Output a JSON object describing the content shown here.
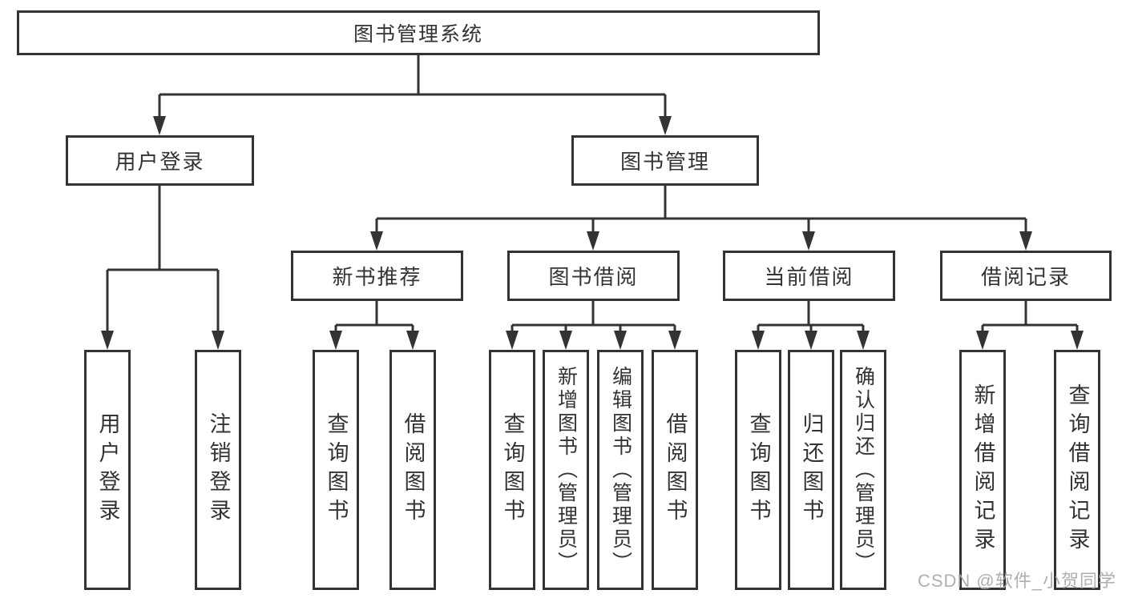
{
  "diagram_type": "hierarchy-tree",
  "tree": {
    "label": "图书管理系统",
    "children": [
      {
        "label": "用户登录",
        "children": [
          {
            "label": "用户登录"
          },
          {
            "label": "注销登录"
          }
        ]
      },
      {
        "label": "图书管理",
        "children": [
          {
            "label": "新书推荐",
            "children": [
              {
                "label": "查询图书"
              },
              {
                "label": "借阅图书"
              }
            ]
          },
          {
            "label": "图书借阅",
            "children": [
              {
                "label": "查询图书"
              },
              {
                "label": "新增图书（管理员）"
              },
              {
                "label": "编辑图书（管理员）"
              },
              {
                "label": "借阅图书"
              }
            ]
          },
          {
            "label": "当前借阅",
            "children": [
              {
                "label": "查询图书"
              },
              {
                "label": "归还图书"
              },
              {
                "label": "确认归还（管理员）"
              }
            ]
          },
          {
            "label": "借阅记录",
            "children": [
              {
                "label": "新增借阅记录"
              },
              {
                "label": "查询借阅记录"
              }
            ]
          }
        ]
      }
    ]
  },
  "watermark": {
    "text": "CSDN @软件_小贺同学"
  },
  "colors": {
    "line": "#333333",
    "box_border": "#333333",
    "text": "#333333",
    "background": "#ffffff",
    "watermark": "#a8a8a8"
  }
}
